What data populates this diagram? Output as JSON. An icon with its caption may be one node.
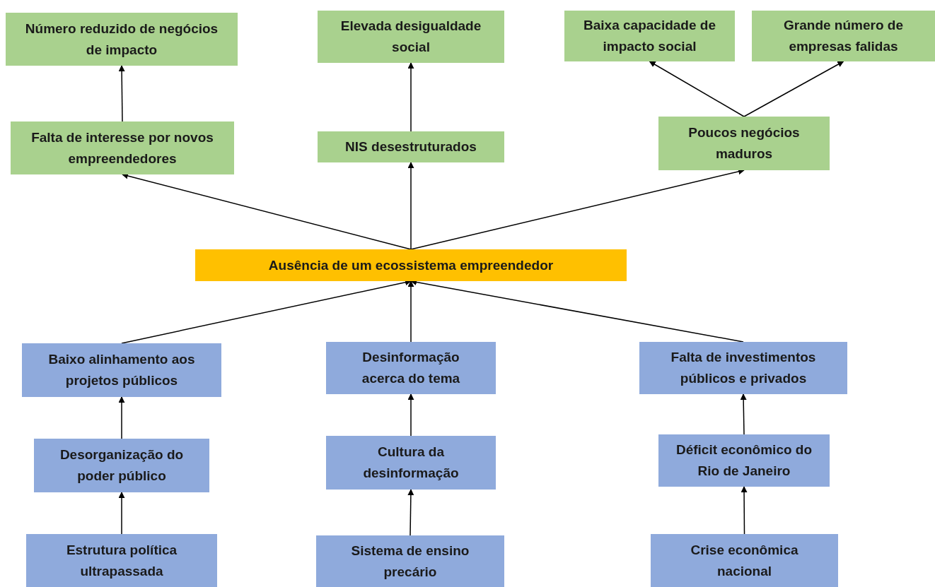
{
  "diagram": {
    "nodes": [
      {
        "text": [
          "Número reduzido de negócios de impacto"
        ]
      },
      {
        "text": [
          "Elevada desigualdade social"
        ]
      },
      {
        "text": [
          "Baixa capacidade de impacto social"
        ]
      },
      {
        "text": [
          "Grande número de empresas falidas"
        ]
      },
      {
        "text": [
          "Falta de interesse por novos empreendedores"
        ]
      },
      {
        "text": [
          "NIS desestruturados"
        ]
      },
      {
        "text": [
          "Poucos negócios maduros"
        ]
      },
      {
        "text": [
          "Ausência de um ecossistema empreendedor"
        ]
      },
      {
        "text": [
          "Baixo alinhamento aos projetos públicos"
        ]
      },
      {
        "text": [
          "Desinformação acerca do tema"
        ]
      },
      {
        "text": [
          "Falta de investimentos públicos e privados"
        ]
      },
      {
        "text": [
          "Desorganização do poder público"
        ]
      },
      {
        "text": [
          "Cultura da desinformação"
        ]
      },
      {
        "text": [
          "Déficit econômico do Rio de Janeiro"
        ]
      },
      {
        "text": [
          "Estrutura política ultrapassada"
        ]
      },
      {
        "text": [
          "Sistema de ensino precário"
        ]
      },
      {
        "text": [
          "Crise econômica nacional"
        ]
      }
    ],
    "edges": [
      {
        "from": 4,
        "to": 0,
        "arrow": "to"
      },
      {
        "from": 5,
        "to": 1,
        "arrow": "to"
      },
      {
        "from": 6,
        "to": 2,
        "arrow": "to"
      },
      {
        "from": 6,
        "to": 3,
        "arrow": "to"
      },
      {
        "from": 7,
        "to": 4,
        "arrow": "to"
      },
      {
        "from": 7,
        "to": 5,
        "arrow": "to"
      },
      {
        "from": 7,
        "to": 6,
        "arrow": "to"
      },
      {
        "from": 8,
        "to": 7,
        "arrow": "to"
      },
      {
        "from": 9,
        "to": 7,
        "arrow": "to"
      },
      {
        "from": 10,
        "to": 7,
        "arrow": "to"
      },
      {
        "from": 11,
        "to": 8,
        "arrow": "to"
      },
      {
        "from": 12,
        "to": 9,
        "arrow": "to"
      },
      {
        "from": 13,
        "to": 10,
        "arrow": "to"
      },
      {
        "from": 14,
        "to": 11,
        "arrow": "to"
      },
      {
        "from": 15,
        "to": 12,
        "arrow": "to"
      },
      {
        "from": 16,
        "to": 13,
        "arrow": "to"
      }
    ]
  }
}
